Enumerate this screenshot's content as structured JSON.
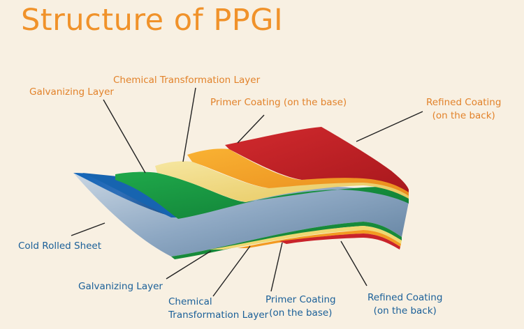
{
  "title": "Structure of PPGI",
  "top_labels": {
    "galvanizing": "Galvanizing Layer",
    "chemical": "Chemical Transformation Layer",
    "primer": "Primer Coating (on the base)",
    "refined_line1": "Refined Coating",
    "refined_line2": "(on the back)"
  },
  "bottom_labels": {
    "cold_rolled": "Cold Rolled Sheet",
    "galvanizing": "Galvanizing Layer",
    "chemical_line1": "Chemical",
    "chemical_line2": "Transformation Layer",
    "primer_line1": "Primer Coating",
    "primer_line2": "(on the base)",
    "refined_line1": "Refined Coating",
    "refined_line2": "(on the back)"
  },
  "colors": {
    "title": "#f0922a",
    "top_label": "#e2822a",
    "bottom_label": "#1a5f98",
    "background": "#f8f0e2",
    "steel": "#8fa8c2",
    "zinc_layer": "#1b9a3c",
    "chemical_layer": "#f0dc7a",
    "primer_layer": "#f5a623",
    "refined_layer": "#c22026"
  }
}
